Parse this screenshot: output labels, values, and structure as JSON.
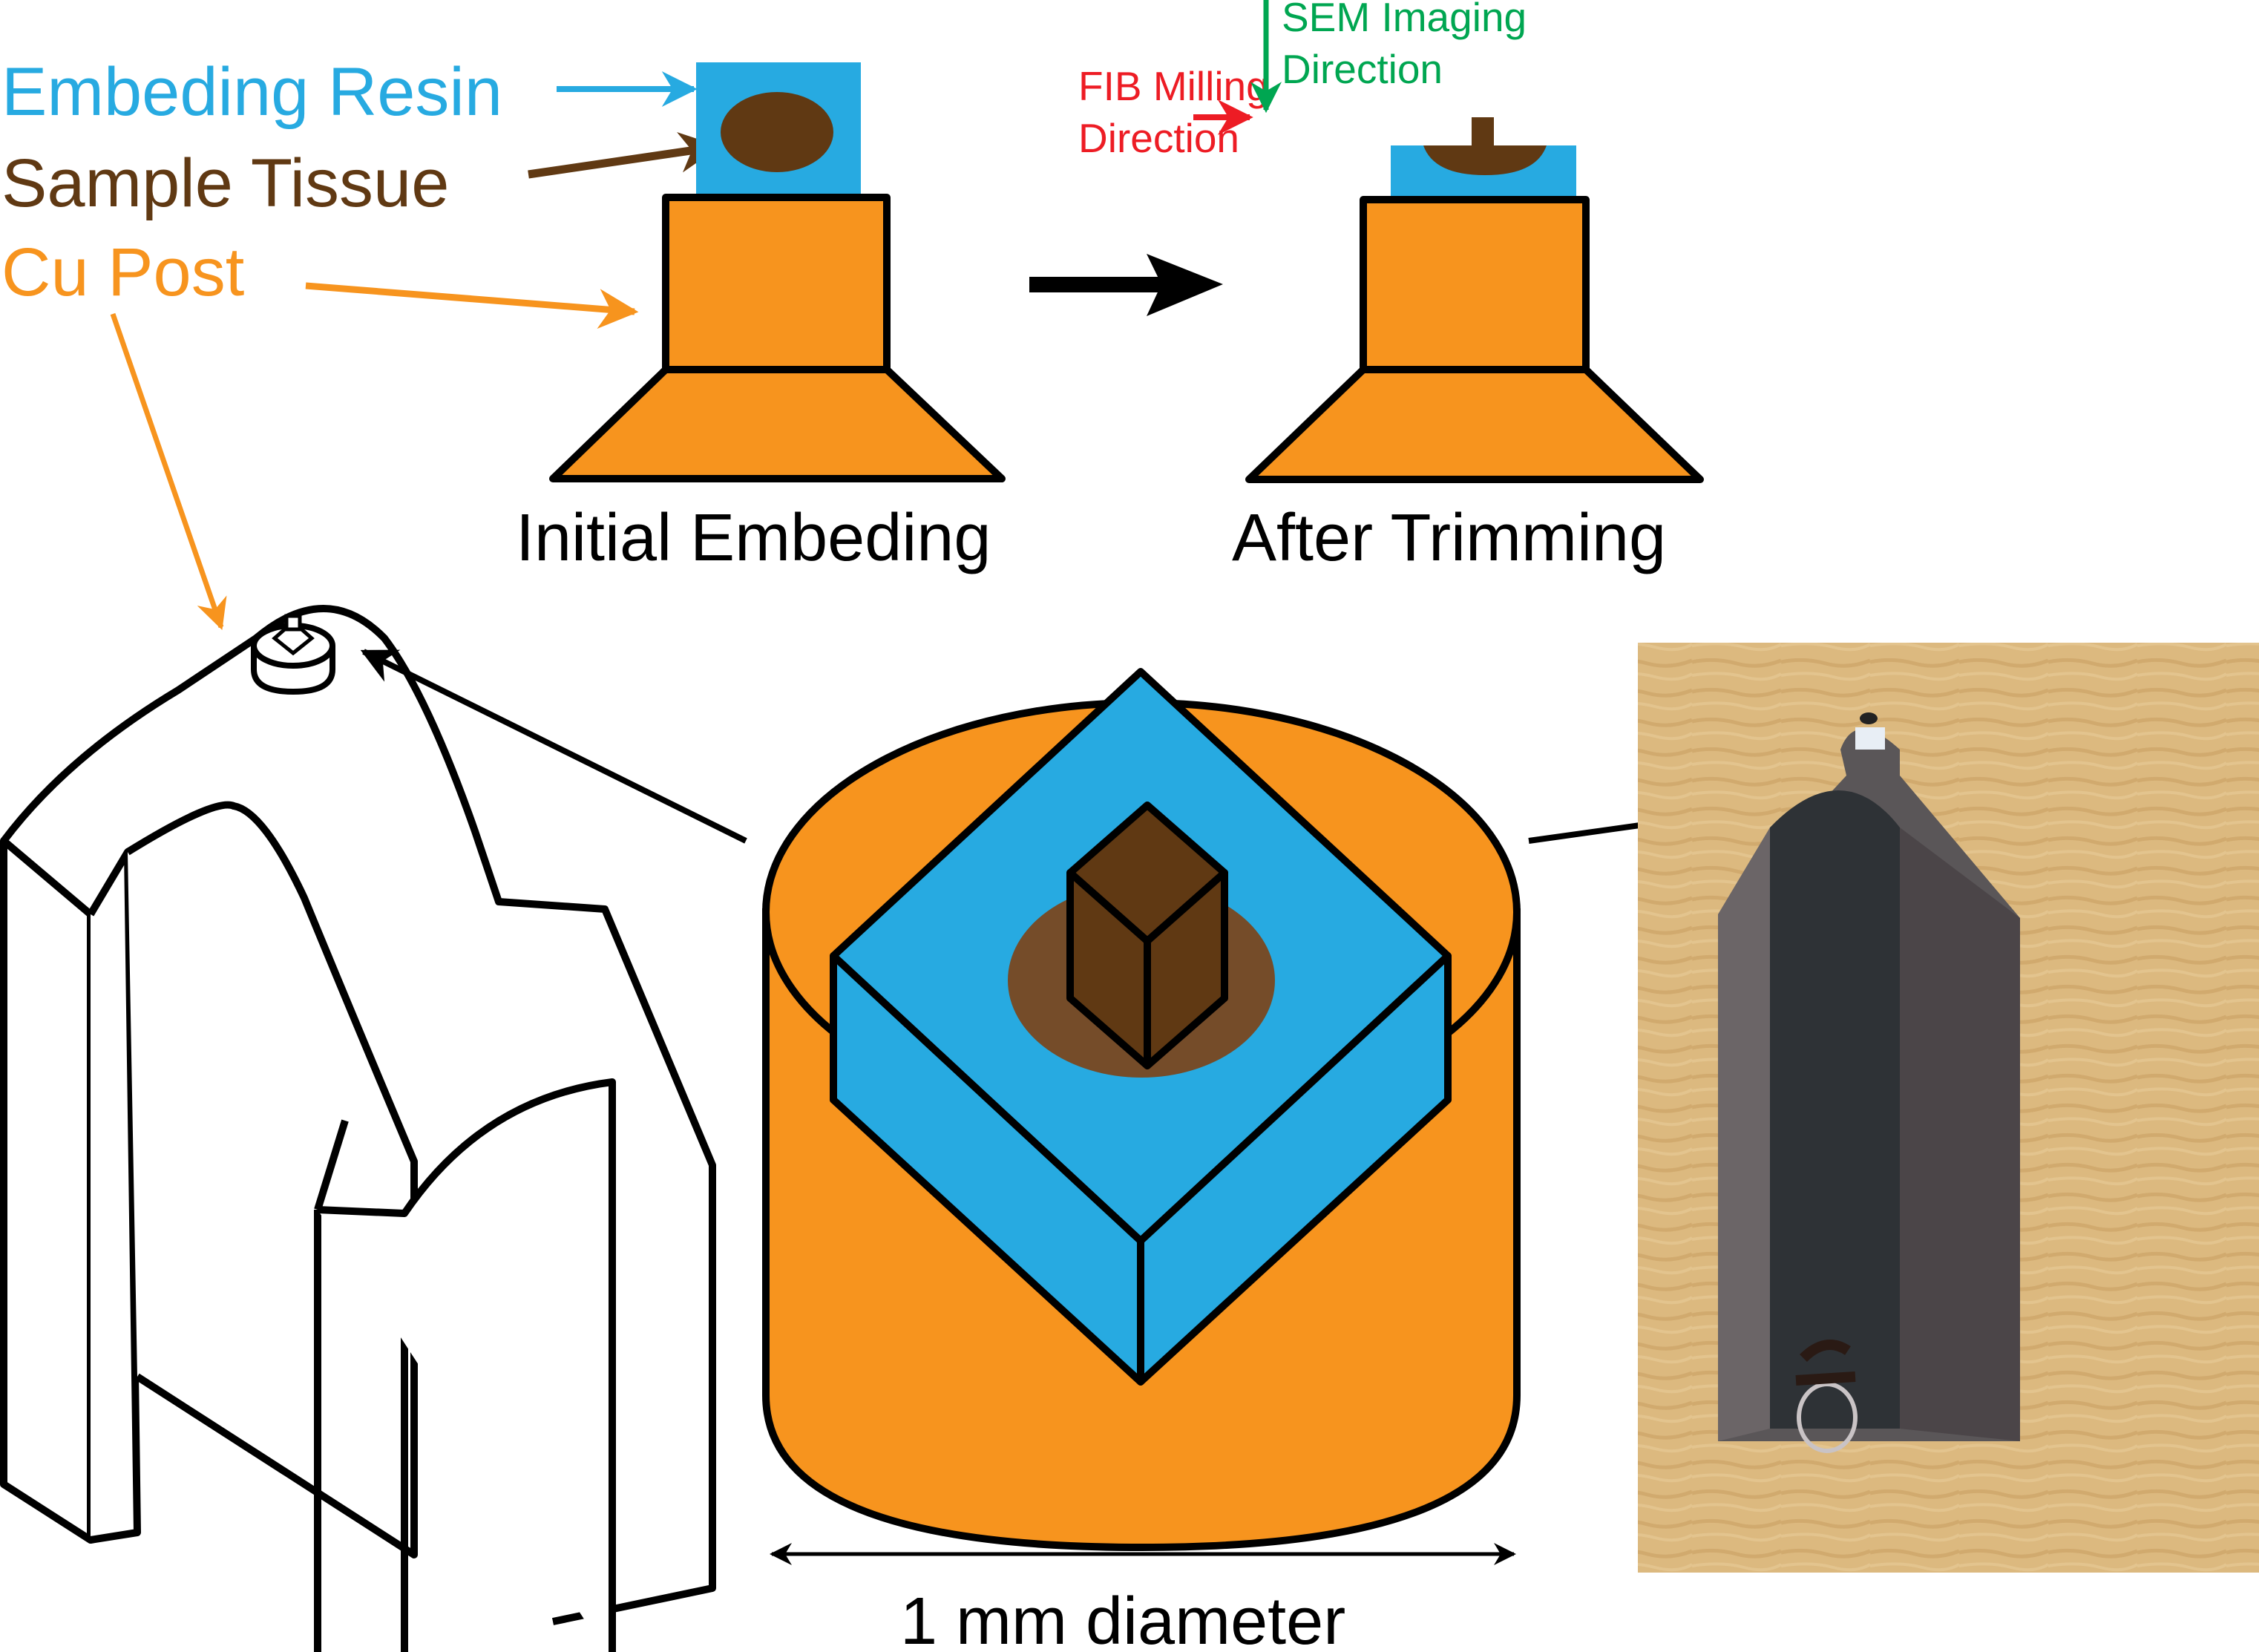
{
  "colors": {
    "resin": "#27aae1",
    "tissue": "#603913",
    "tissue_halo": "#754c29",
    "cu_post": "#f7941e",
    "fib": "#ed1c24",
    "sem": "#00a651",
    "outline": "#000000",
    "photo_bg": "#d9b57a"
  },
  "legend": {
    "resin_label": "Embeding Resin",
    "tissue_label": "Sample Tissue",
    "post_label": "Cu Post"
  },
  "stages": {
    "initial_label": "Initial Embeding",
    "trimmed_label": "After Trimming"
  },
  "directions": {
    "fib_line1": "FIB Milling",
    "fib_line2": "Direction",
    "sem_line1": "SEM Imaging",
    "sem_line2": "Direction"
  },
  "scale": {
    "diameter_label": "1 mm diameter"
  }
}
